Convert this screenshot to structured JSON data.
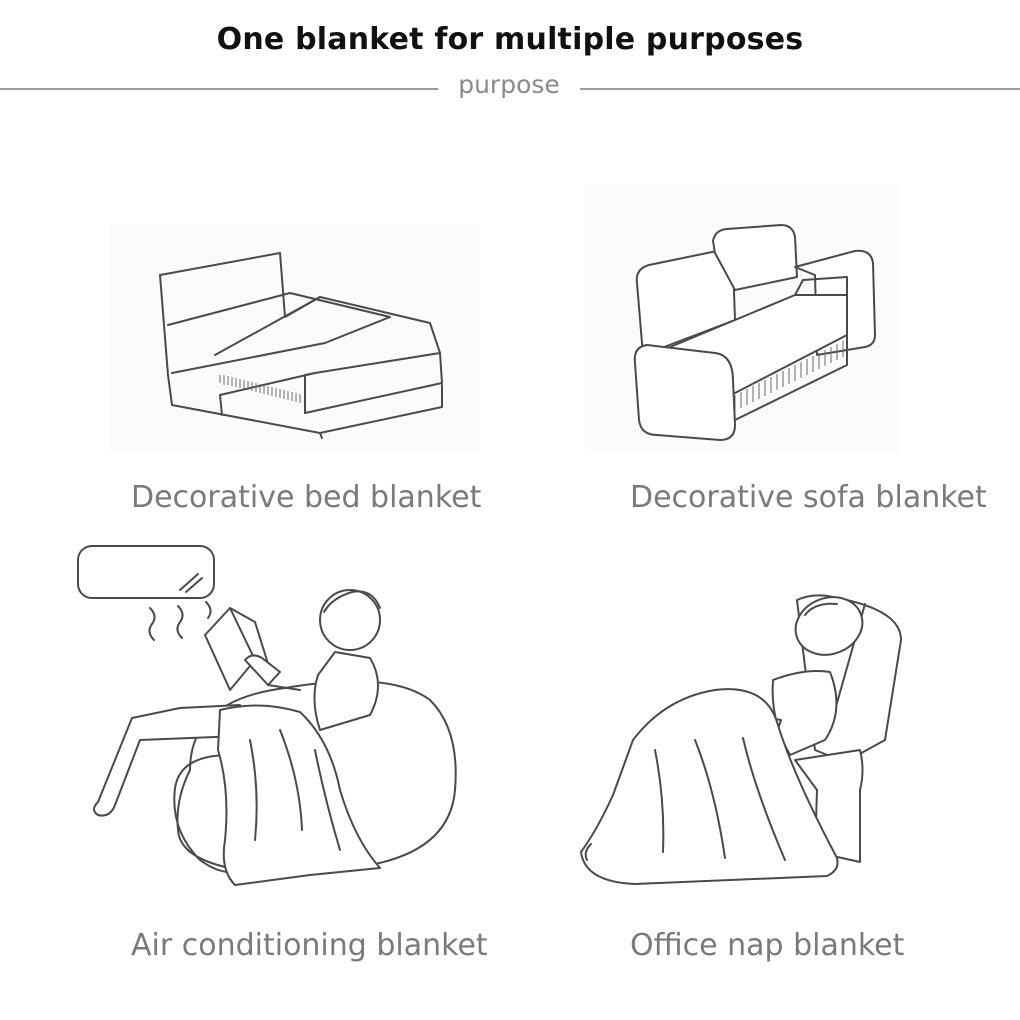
{
  "header": {
    "title": "One blanket for multiple purposes",
    "subtitle": "purpose"
  },
  "panels": [
    {
      "caption": "Decorative bed blanket",
      "illustration": "bed-illustration"
    },
    {
      "caption": "Decorative sofa blanket",
      "illustration": "sofa-illustration"
    },
    {
      "caption": "Air conditioning blanket",
      "illustration": "reading-person-air-conditioner-illustration"
    },
    {
      "caption": "Office nap blanket",
      "illustration": "napping-person-chair-illustration"
    }
  ],
  "colors": {
    "title": "#111111",
    "caption": "#7a7a7a",
    "rule": "#9a9a9a",
    "line_art": "#4a4a4a"
  }
}
